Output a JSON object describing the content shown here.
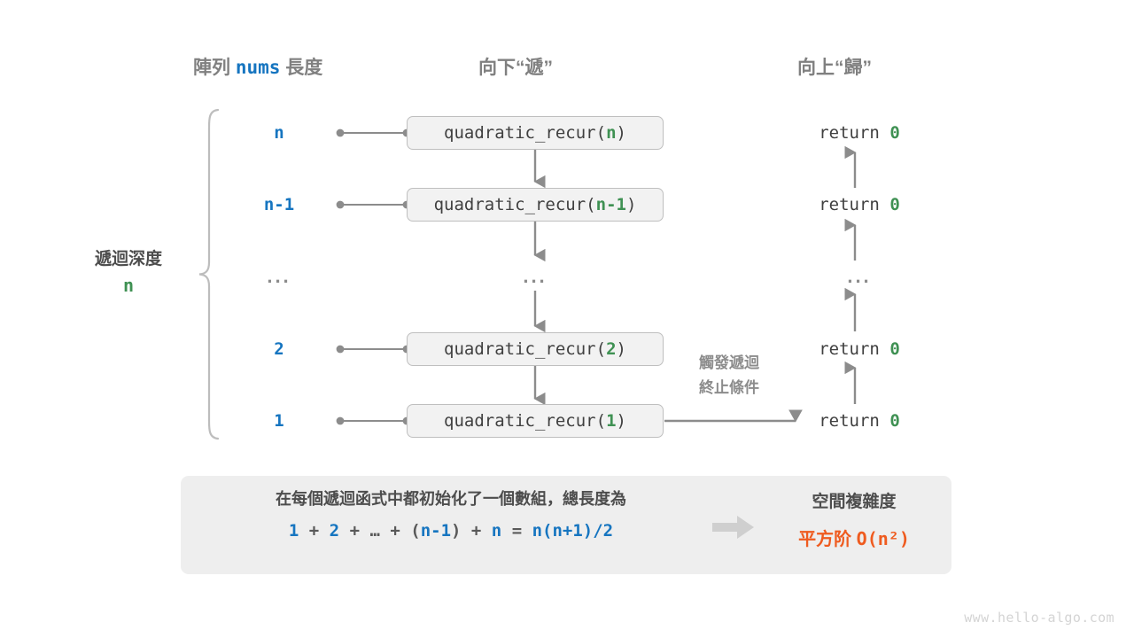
{
  "headers": {
    "array_prefix": "陣列 ",
    "array_mono": "nums",
    "array_suffix": " 長度",
    "down": "向下“遞”",
    "up": "向上“歸”"
  },
  "depth_label": {
    "title": "遞迴深度",
    "value": "n"
  },
  "rows": [
    {
      "depth": "n",
      "fn_name": "quadratic_recur(",
      "fn_arg": "n",
      "fn_close": ")",
      "ret": "return ",
      "ret_val": "0"
    },
    {
      "depth": "n-1",
      "fn_name": "quadratic_recur(",
      "fn_arg": "n-1",
      "fn_close": ")",
      "ret": "return ",
      "ret_val": "0"
    },
    {
      "depth": "...",
      "fn_name": "...",
      "fn_arg": "",
      "fn_close": "",
      "ret": "...",
      "ret_val": ""
    },
    {
      "depth": "2",
      "fn_name": "quadratic_recur(",
      "fn_arg": "2",
      "fn_close": ")",
      "ret": "return ",
      "ret_val": "0"
    },
    {
      "depth": "1",
      "fn_name": "quadratic_recur(",
      "fn_arg": "1",
      "fn_close": ")",
      "ret": "return ",
      "ret_val": "0"
    }
  ],
  "terminate_note": {
    "line1": "觸發遞迴",
    "line2": "終止條件"
  },
  "summary": {
    "description": "在每個遞迴函式中都初始化了一個數組，總長度為",
    "formula": {
      "t1": "1",
      "o1": " + ",
      "t2": "2",
      "o2": " + ",
      "e": "…",
      "o3": " + ",
      "p1": "(",
      "t3": "n-1",
      "p2": ")",
      "o4": " + ",
      "t4": "n",
      "o5": " = ",
      "t5": "n(n+1)/2"
    },
    "title": "空間複雜度",
    "value_label": "平方阶 ",
    "value_mono": "O(n²)"
  },
  "watermark": "www.hello-algo.com",
  "colors": {
    "blue": "#1675c0",
    "green": "#3f9153",
    "orange": "#ef5b1f",
    "gray": "#808080",
    "panel": "#eeeeee",
    "box_fill": "#f2f2f2",
    "box_border": "#bfbfbf"
  }
}
